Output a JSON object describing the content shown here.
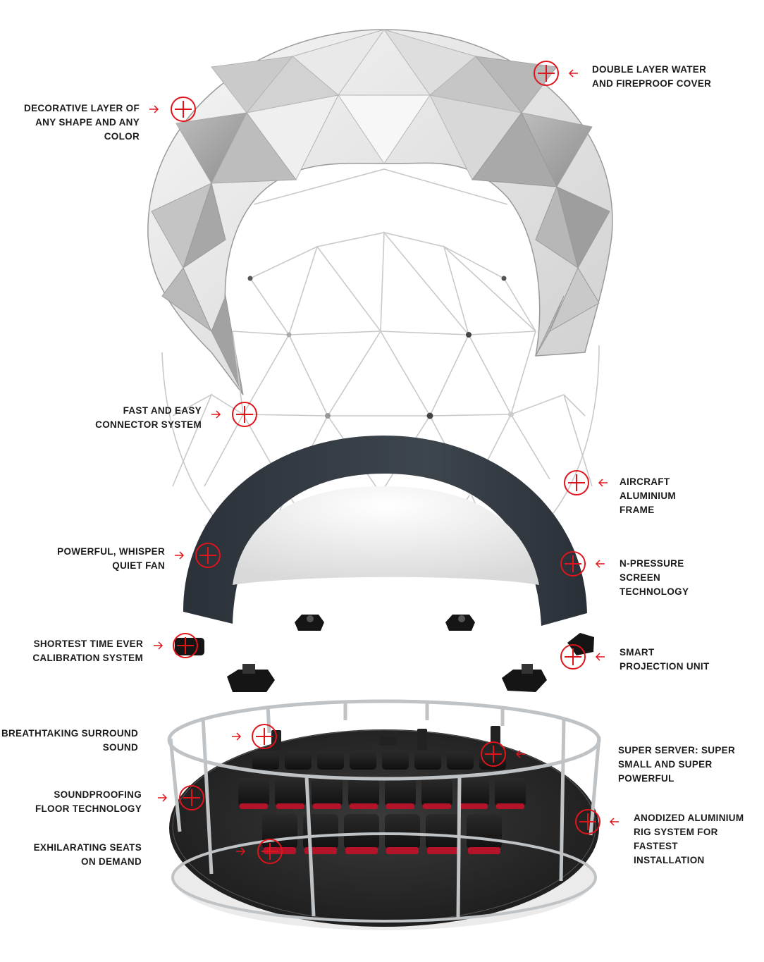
{
  "accent_color": "#e0141b",
  "callouts": [
    {
      "id": "double-layer-cover",
      "text": "DOUBLE LAYER WATER\nAND FIREPROOF COVER"
    },
    {
      "id": "decorative-layer",
      "text": "DECORATIVE LAYER OF\nANY SHAPE AND ANY\nCOLOR"
    },
    {
      "id": "connector-system",
      "text": "FAST AND EASY\nCONNECTOR SYSTEM"
    },
    {
      "id": "aircraft-frame",
      "text": "AIRCRAFT\nALUMINIUM\nFRAME"
    },
    {
      "id": "quiet-fan",
      "text": "POWERFUL, WHISPER\nQUIET FAN"
    },
    {
      "id": "n-pressure-screen",
      "text": "N-PRESSURE\nSCREEN\nTECHNOLOGY"
    },
    {
      "id": "calibration-system",
      "text": "SHORTEST TIME EVER\nCALIBRATION SYSTEM"
    },
    {
      "id": "smart-projection",
      "text": "SMART\nPROJECTION UNIT"
    },
    {
      "id": "surround-sound",
      "text": "BREATHTAKING SURROUND\nSOUND"
    },
    {
      "id": "super-server",
      "text": "SUPER SERVER: SUPER\nSMALL AND SUPER\nPOWERFUL"
    },
    {
      "id": "soundproofing-floor",
      "text": "SOUNDPROOFING\nFLOOR TECHNOLOGY"
    },
    {
      "id": "anodized-rig",
      "text": "ANODIZED ALUMINIUM\nRIG SYSTEM FOR FASTEST\nINSTALLATION"
    },
    {
      "id": "exhilarating-seats",
      "text": "EXHILARATING SEATS\nON DEMAND"
    }
  ]
}
